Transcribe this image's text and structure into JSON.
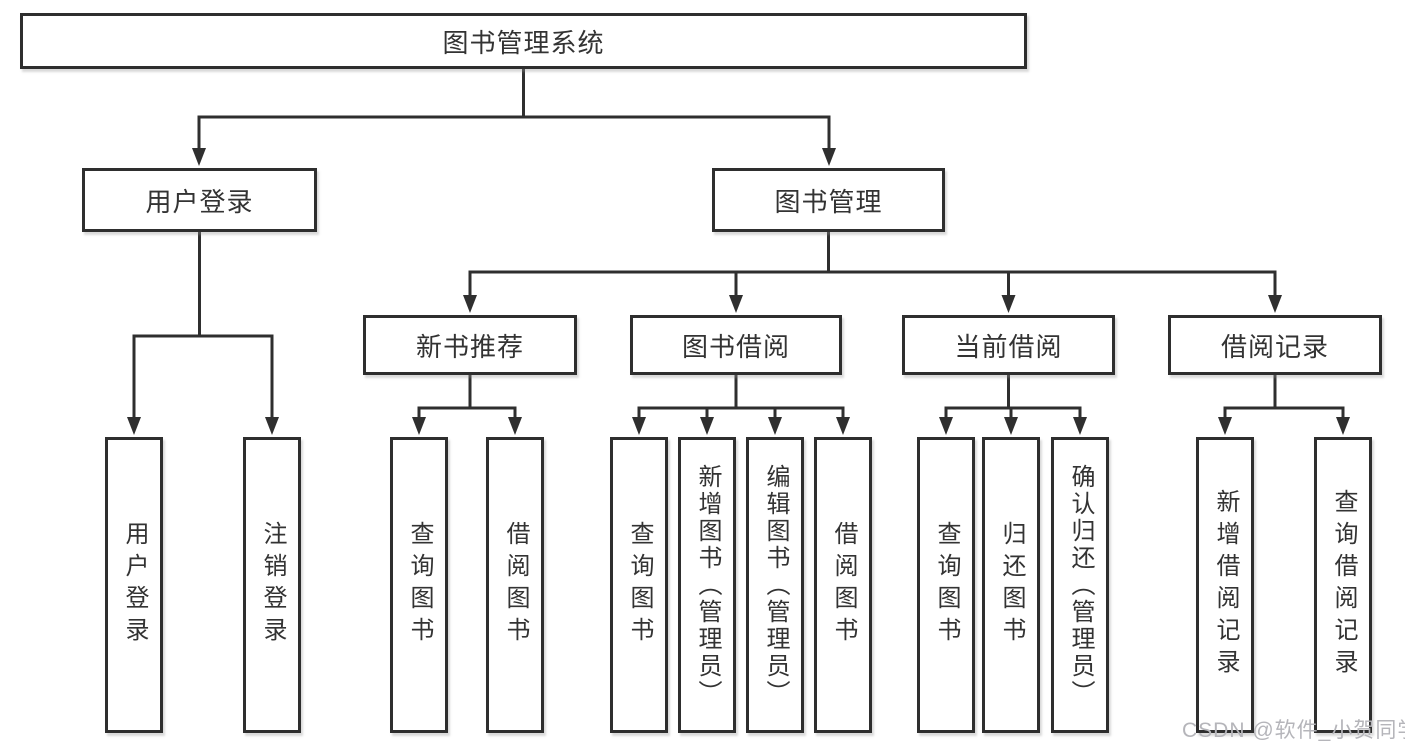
{
  "diagram": {
    "root": {
      "label": "图书管理系统"
    },
    "branches": [
      {
        "label": "用户登录",
        "children": [
          {
            "label": "用户登录"
          },
          {
            "label": "注销登录"
          }
        ]
      },
      {
        "label": "图书管理",
        "children": [
          {
            "label": "新书推荐",
            "children": [
              {
                "label": "查询图书"
              },
              {
                "label": "借阅图书"
              }
            ]
          },
          {
            "label": "图书借阅",
            "children": [
              {
                "label": "查询图书"
              },
              {
                "label": "新增图书（管理员）"
              },
              {
                "label": "编辑图书（管理员）"
              },
              {
                "label": "借阅图书"
              }
            ]
          },
          {
            "label": "当前借阅",
            "children": [
              {
                "label": "查询图书"
              },
              {
                "label": "归还图书"
              },
              {
                "label": "确认归还（管理员）"
              }
            ]
          },
          {
            "label": "借阅记录",
            "children": [
              {
                "label": "新增借阅记录"
              },
              {
                "label": "查询借阅记录"
              }
            ]
          }
        ]
      }
    ]
  },
  "watermark": "CSDN @软件_小贺同学",
  "colors": {
    "line": "#2f2f2f",
    "text": "#333333",
    "box_fill": "#ffffff",
    "watermark": "#b5b5ba"
  }
}
